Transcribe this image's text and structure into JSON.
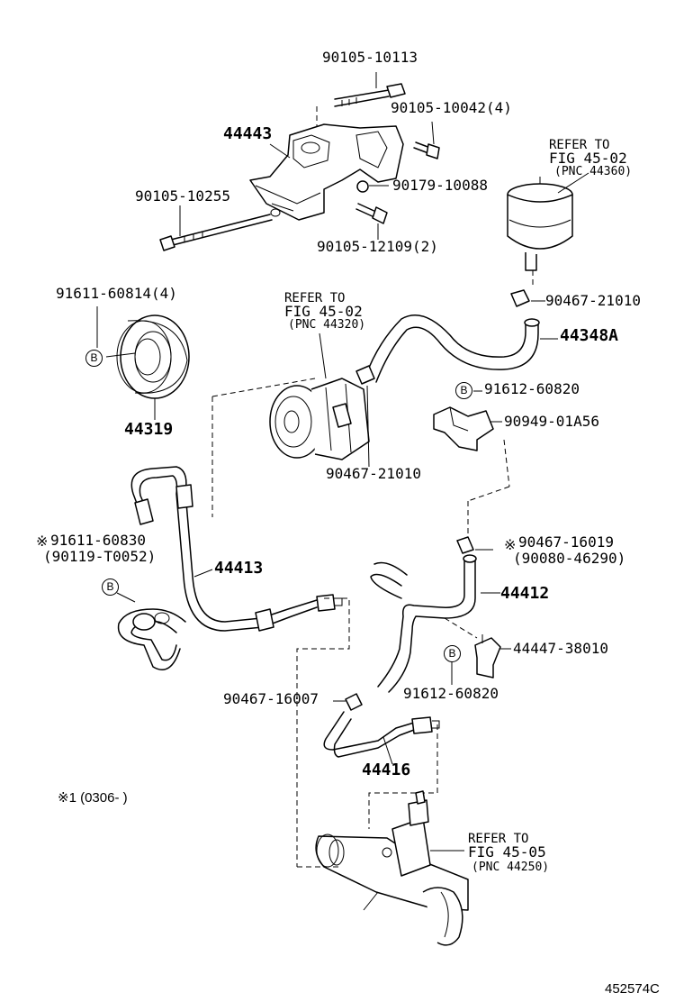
{
  "parts": {
    "bolt_top": "90105-10113",
    "bolt_4": "90105-10042(4)",
    "bracket": "44443",
    "nut": "90179-10088",
    "bolt_long": "90105-10255",
    "bolt_2": "90105-12109(2)",
    "pulley_nut": "91611-60814(4)",
    "pulley": "44319",
    "clamp_upper": "90467-21010",
    "hose_return": "44348A",
    "bolt_b_upper": "91612-60820",
    "clamp_bracket": "90949-01A56",
    "clamp_pump": "90467-21010",
    "union_bolt": "91611-60830",
    "union_bolt_alt": "(90119-T0052)",
    "pressure_tube": "44413",
    "clamp_mid": "90467-16019",
    "clamp_mid_alt": "(90080-46290)",
    "hose_mid": "44412",
    "bracket_lower": "44447-38010",
    "bolt_b_lower": "91612-60820",
    "clamp_lower": "90467-16007",
    "tube_return": "44416"
  },
  "refs": {
    "reservoir": {
      "line1": "REFER TO",
      "line2": "FIG 45-02",
      "line3": "(PNC 44360)"
    },
    "pump": {
      "line1": "REFER TO",
      "line2": "FIG 45-02",
      "line3": "(PNC 44320)"
    },
    "gear": {
      "line1": "REFER TO",
      "line2": "FIG 45-05",
      "line3": "(PNC 44250)"
    }
  },
  "markers": {
    "b": "B",
    "star": "※"
  },
  "footnote": "※1 (0306-      )",
  "figure_id": "452574C"
}
